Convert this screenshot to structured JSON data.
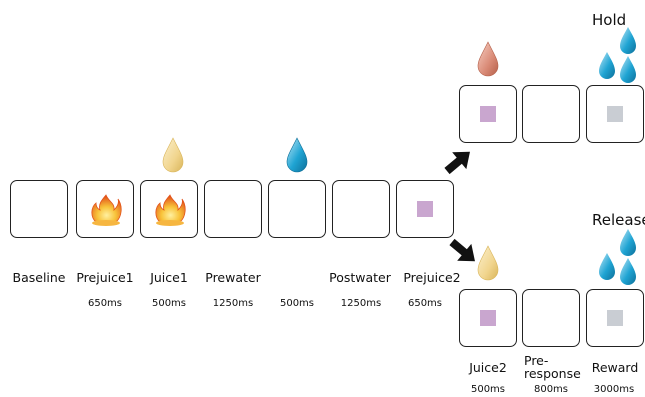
{
  "top_branch": {
    "title": "Hold"
  },
  "bottom_branch": {
    "title": "Release",
    "labels": [
      "Juice2",
      "Pre-\nresponse",
      "Reward"
    ],
    "durations": [
      "500ms",
      "800ms",
      "3000ms"
    ]
  },
  "main_sequence": {
    "labels": [
      "Baseline",
      "Prejuice1",
      "Juice1",
      "Prewater",
      "Postwater",
      "Prejuice2"
    ],
    "durations": [
      "650ms",
      "500ms",
      "1250ms",
      "500ms",
      "1250ms",
      "650ms"
    ]
  },
  "colors": {
    "stimulus_purple": "#c9a6cf",
    "reward_gray": "#c9cdd3",
    "juice_yellow": "#f1d58e",
    "water_blue": "#1fa4d3",
    "prejuice_red": "#d98a76",
    "fire_orange": "#f08a24"
  }
}
